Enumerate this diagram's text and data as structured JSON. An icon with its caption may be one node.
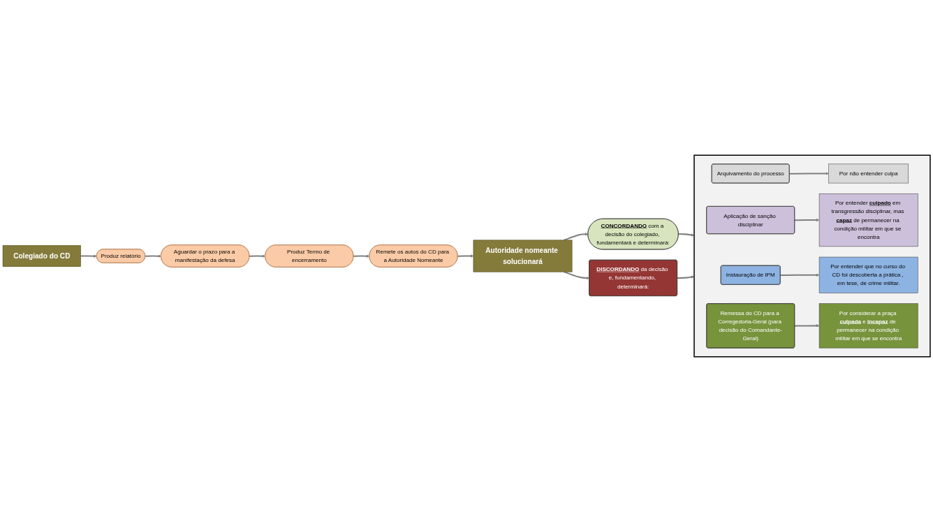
{
  "diagram": {
    "nodes": [
      {
        "text": [
          "Colegiado do CD"
        ]
      },
      {
        "text": [
          "Produz relatório"
        ]
      },
      {
        "text": [
          "Aguardar o prazo para a manifestação da defesa"
        ]
      },
      {
        "text": [
          "Produz Termo de encerramento"
        ]
      },
      {
        "text": [
          "Remete os autos do CD para a Autoridade Nomeante"
        ]
      },
      {
        "text": [
          "Autoridade nomeante solucionará"
        ]
      },
      {
        "text": [
          "**CONCORDANDO** com a decisão do colegiado, fundamentará e determinará:"
        ]
      },
      {
        "text": [
          "**DISCORDANDO** da decisão e, fundamentando, determinará:"
        ]
      },
      {
        "text": [],
        "shape": "box"
      },
      {
        "text": [
          "Arquivamento do processo"
        ],
        "in": 8
      },
      {
        "text": [
          "Por não entender culpa"
        ],
        "in": 8
      },
      {
        "text": [
          "Aplicação de sanção disciplinar"
        ],
        "in": 8
      },
      {
        "text": [
          "Por entender **culpado** em transgressão disciplinar, mas **capaz** de permanecer na condição militar em que se encontra"
        ],
        "in": 8
      },
      {
        "text": [
          "Instauração de IPM"
        ],
        "in": 8
      },
      {
        "text": [
          "Por entender que no curso do CD foi descoberta a prática , em tese, de crime militar."
        ],
        "in": 8
      },
      {
        "text": [
          "Remessa do CD para a Corregedoria-Geral (para decisão do Comandante-Geral)"
        ],
        "in": 8
      },
      {
        "text": [
          "Por considerar a praça **culpada** e **incapaz** de permanecer na condição militar em que se encontra"
        ],
        "in": 8
      }
    ],
    "edges": [
      {
        "from": 0,
        "to": 1,
        "arrow": "to"
      },
      {
        "from": 1,
        "to": 2,
        "arrow": "to"
      },
      {
        "from": 2,
        "to": 3,
        "arrow": "to"
      },
      {
        "from": 3,
        "to": 4,
        "arrow": "to"
      },
      {
        "from": 4,
        "to": 5,
        "arrow": "to"
      },
      {
        "from": 5,
        "to": 6,
        "arrow": "to"
      },
      {
        "from": 5,
        "to": 7,
        "arrow": "to"
      },
      {
        "from": 6,
        "to": 8,
        "arrow": "to"
      },
      {
        "from": 7,
        "to": 8,
        "arrow": "to"
      },
      {
        "from": 9,
        "to": 10,
        "arrow": "to"
      },
      {
        "from": 11,
        "to": 12,
        "arrow": "to"
      },
      {
        "from": 13,
        "to": 14,
        "arrow": "to"
      },
      {
        "from": 15,
        "to": 16,
        "arrow": "to"
      }
    ]
  }
}
